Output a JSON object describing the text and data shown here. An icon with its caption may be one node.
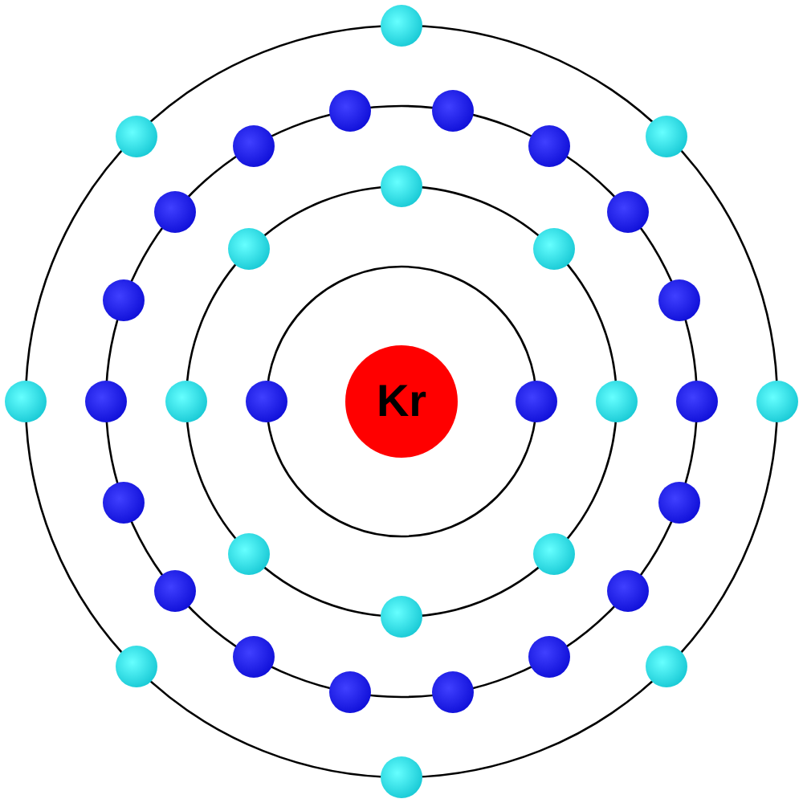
{
  "diagram": {
    "nodes": [
      {
        "text": [
          "Kr"
        ]
      },
      {
        "text": [],
        "shape": "circle"
      },
      {
        "text": [],
        "shape": "circle"
      },
      {
        "text": [],
        "shape": "circle"
      },
      {
        "text": [],
        "shape": "circle"
      },
      {
        "text": [],
        "shape": "circle"
      },
      {
        "text": [],
        "shape": "circle"
      },
      {
        "text": [],
        "shape": "circle"
      },
      {
        "text": [],
        "shape": "circle"
      },
      {
        "text": [],
        "shape": "circle"
      },
      {
        "text": [],
        "shape": "circle"
      },
      {
        "text": [],
        "shape": "circle"
      },
      {
        "text": [],
        "shape": "circle"
      },
      {
        "text": [],
        "shape": "circle"
      },
      {
        "text": [],
        "shape": "circle"
      },
      {
        "text": [],
        "shape": "circle"
      },
      {
        "text": [],
        "shape": "circle"
      },
      {
        "text": [],
        "shape": "circle"
      },
      {
        "text": [],
        "shape": "circle"
      },
      {
        "text": [],
        "shape": "circle"
      },
      {
        "text": [],
        "shape": "circle"
      },
      {
        "text": [],
        "shape": "circle"
      },
      {
        "text": [],
        "shape": "circle"
      },
      {
        "text": [],
        "shape": "circle"
      },
      {
        "text": [],
        "shape": "circle"
      },
      {
        "text": [],
        "shape": "circle"
      },
      {
        "text": [],
        "shape": "circle"
      },
      {
        "text": [],
        "shape": "circle"
      },
      {
        "text": [],
        "shape": "circle"
      },
      {
        "text": [],
        "shape": "circle"
      },
      {
        "text": [],
        "shape": "circle"
      },
      {
        "text": [],
        "shape": "circle"
      },
      {
        "text": [],
        "shape": "circle"
      },
      {
        "text": [],
        "shape": "circle"
      },
      {
        "text": [],
        "shape": "circle"
      },
      {
        "text": [],
        "shape": "circle"
      },
      {
        "text": [],
        "shape": "circle"
      }
    ]
  }
}
